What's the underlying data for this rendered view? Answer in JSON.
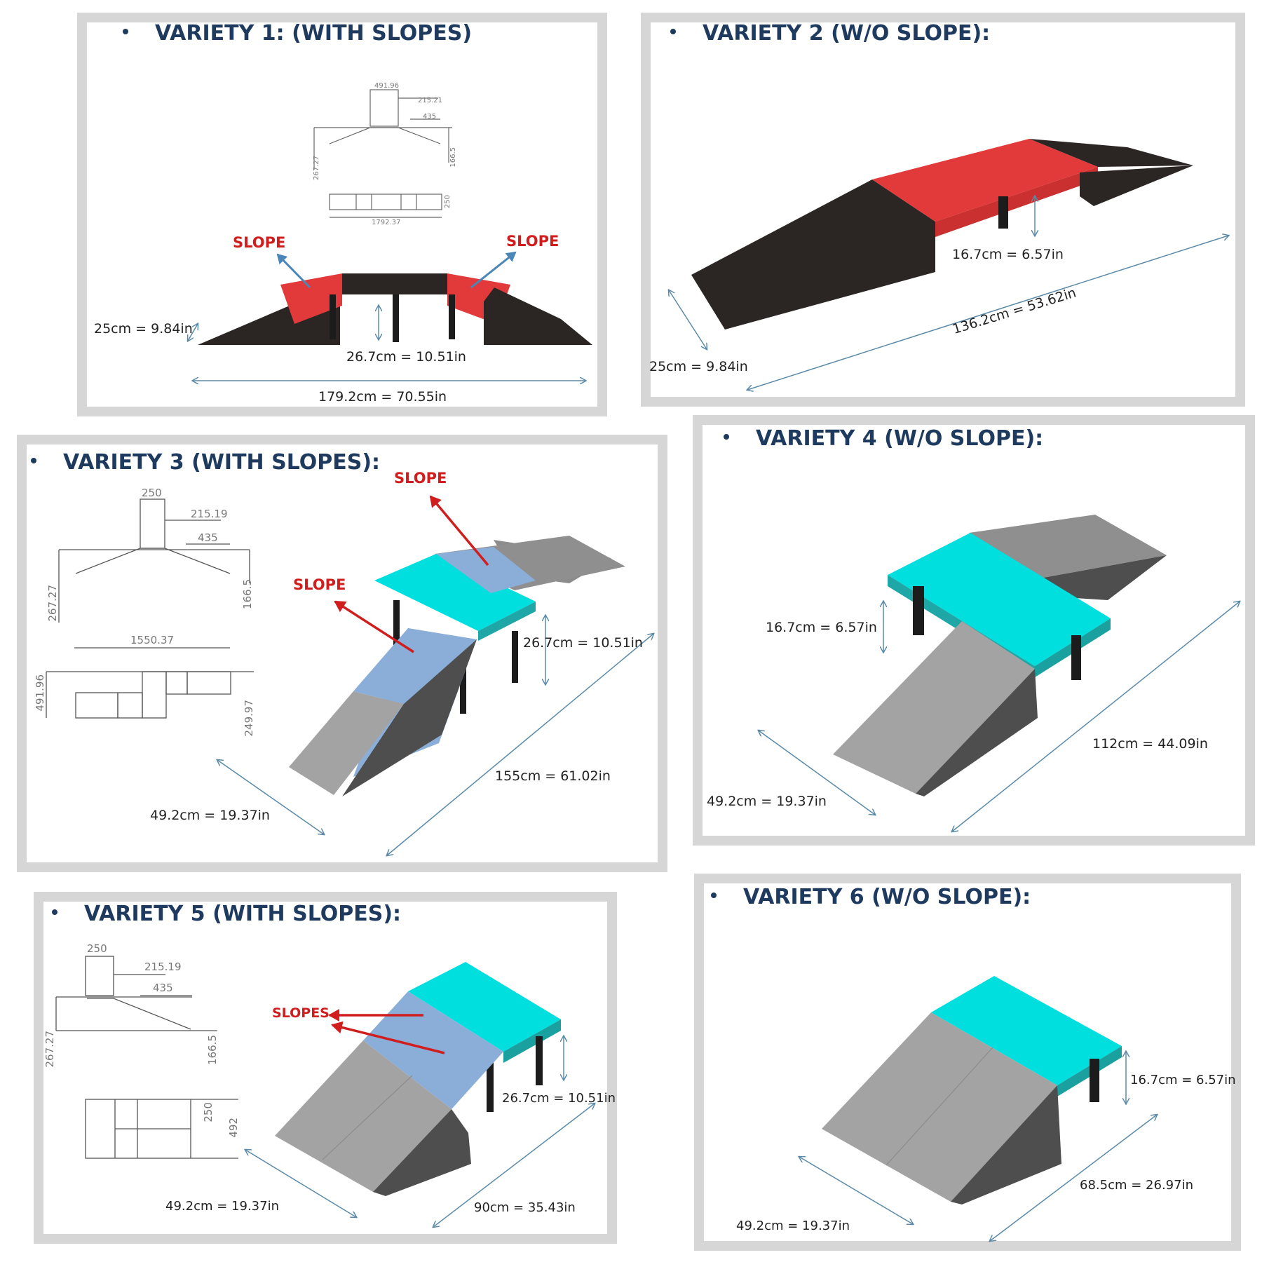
{
  "colors": {
    "red": "#e23a3a",
    "black": "#2b2524",
    "cyan": "#00dede",
    "gray": "#a3a3a3",
    "blue": "#8baed8",
    "title": "#1f3a5f",
    "slope_label": "#d01e1e"
  },
  "v1": {
    "title": "VARIETY 1: (WITH SLOPES)",
    "slope_left": "SLOPE",
    "slope_right": "SLOPE",
    "dim_width": "25cm = 9.84in",
    "dim_height": "26.7cm = 10.51in",
    "dim_length": "179.2cm = 70.55in",
    "tech": {
      "t1": "491.96",
      "t2": "215.21",
      "t3": "435",
      "t4": "267.27",
      "t5": "166.5",
      "t6": "1792.37",
      "t7": "250"
    }
  },
  "v2": {
    "title": "VARIETY 2 (W/O SLOPE):",
    "dim_height": "16.7cm = 6.57in",
    "dim_width": "25cm = 9.84in",
    "dim_length": "136.2cm = 53.62in"
  },
  "v3": {
    "title": "VARIETY 3 (WITH SLOPES):",
    "slope_top": "SLOPE",
    "slope_mid": "SLOPE",
    "dim_height": "26.7cm = 10.51in",
    "dim_length": "155cm = 61.02in",
    "dim_width": "49.2cm = 19.37in",
    "tech": {
      "t1": "250",
      "t2": "215.19",
      "t3": "435",
      "t4": "267.27",
      "t5": "166.5",
      "t6": "1550.37",
      "t7": "491.96",
      "t8": "249.97"
    }
  },
  "v4": {
    "title": "VARIETY 4 (W/O SLOPE):",
    "dim_height": "16.7cm = 6.57in",
    "dim_length": "112cm = 44.09in",
    "dim_width": "49.2cm = 19.37in"
  },
  "v5": {
    "title": "VARIETY 5 (WITH SLOPES):",
    "slopes": "SLOPES",
    "dim_height": "26.7cm = 10.51in",
    "dim_width": "49.2cm = 19.37in",
    "dim_length": "90cm = 35.43in",
    "tech": {
      "t1": "250",
      "t2": "215.19",
      "t3": "435",
      "t4": "267.27",
      "t5": "166.5",
      "t6": "250",
      "t7": "492"
    }
  },
  "v6": {
    "title": "VARIETY 6 (W/O SLOPE):",
    "dim_height": "16.7cm = 6.57in",
    "dim_length": "68.5cm = 26.97in",
    "dim_width": "49.2cm = 19.37in"
  }
}
